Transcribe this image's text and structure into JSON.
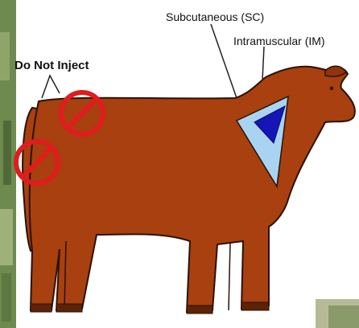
{
  "labels": {
    "subcutaneous": "Subcutaneous (SC)",
    "intramuscular": "Intramuscular (IM)",
    "do_not_inject": "Do Not Inject"
  },
  "colors": {
    "cow_body": "#a8400f",
    "cow_outline": "#2a1205",
    "sc_zone": "#a8d4f2",
    "im_zone": "#1616b8",
    "no_symbol": "#e01c1c",
    "background_foliage": "#6f8a4e"
  },
  "icons": [
    "no-entry-icon",
    "no-entry-icon"
  ]
}
